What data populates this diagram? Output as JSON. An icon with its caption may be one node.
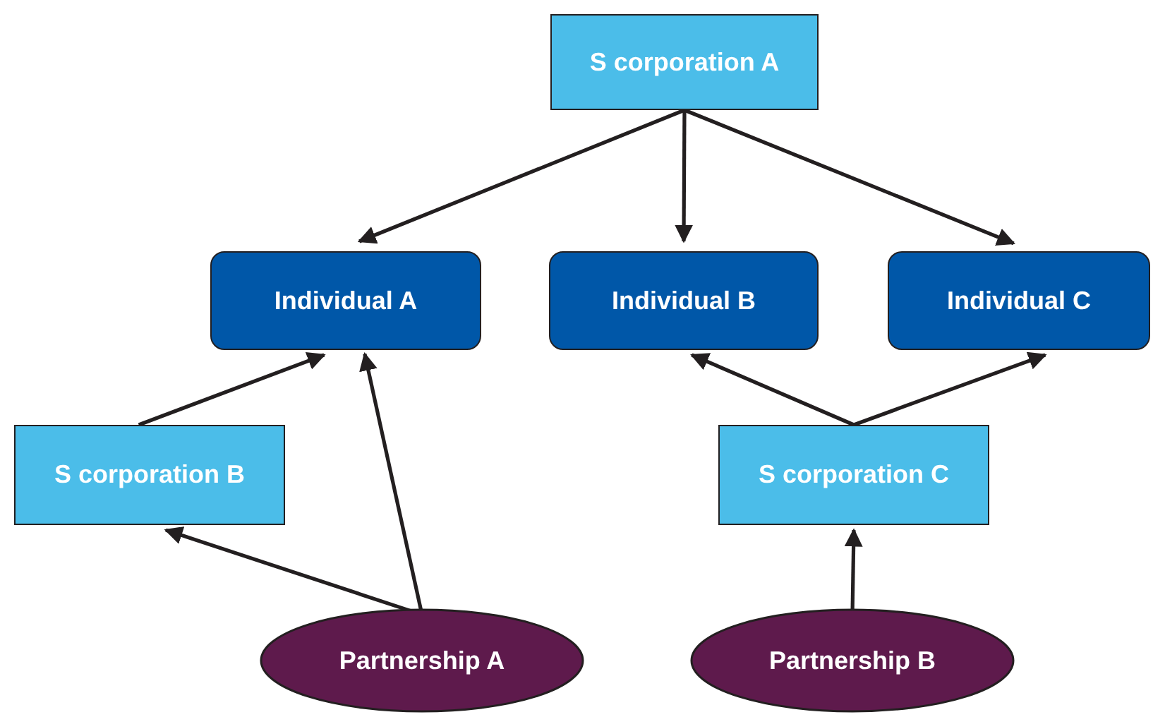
{
  "diagram": {
    "nodes": [
      {
        "text": [
          "S corporation A"
        ]
      },
      {
        "text": [
          "Individual A"
        ]
      },
      {
        "text": [
          "Individual B"
        ]
      },
      {
        "text": [
          "Individual C"
        ]
      },
      {
        "text": [
          "S corporation B"
        ]
      },
      {
        "text": [
          "S corporation C"
        ]
      },
      {
        "text": [
          "Partnership A"
        ]
      },
      {
        "text": [
          "Partnership B"
        ]
      }
    ],
    "edges": [
      {
        "from": 0,
        "to": 1,
        "arrow": "to"
      },
      {
        "from": 0,
        "to": 2,
        "arrow": "to"
      },
      {
        "from": 0,
        "to": 3,
        "arrow": "to"
      },
      {
        "from": 4,
        "to": 1,
        "arrow": "to"
      },
      {
        "from": 6,
        "to": 1,
        "arrow": "to"
      },
      {
        "from": 6,
        "to": 4,
        "arrow": "to"
      },
      {
        "from": 5,
        "to": 2,
        "arrow": "to"
      },
      {
        "from": 5,
        "to": 3,
        "arrow": "to"
      },
      {
        "from": 7,
        "to": 5,
        "arrow": "to"
      }
    ]
  }
}
